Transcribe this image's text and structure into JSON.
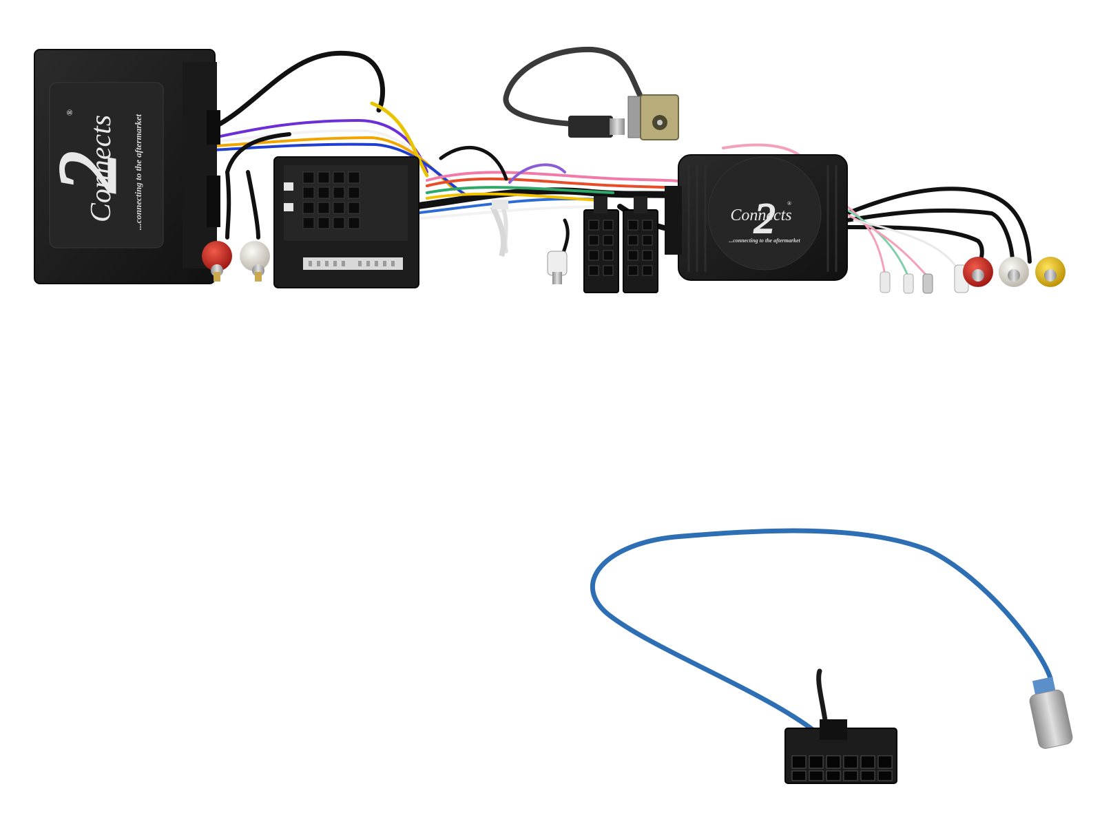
{
  "product": {
    "brand_logo": "Connects",
    "brand_mark": "2",
    "tagline": "...connecting to the aftermarket",
    "registered_mark": "®"
  },
  "colors": {
    "background": "#ffffff",
    "housing": "#1e1e1e",
    "label_panel": "#2a2a2a",
    "rca_red": "#c8201e",
    "rca_white": "#e6e2dc",
    "rca_yellow": "#e8b800",
    "antenna_cable_blue": "#2e6fb3",
    "fakra_connector": "#b8ad7a"
  },
  "icons": {
    "usb": "usb-connector-icon",
    "rca": "rca-plug-icon",
    "iso": "iso-connector-icon"
  }
}
